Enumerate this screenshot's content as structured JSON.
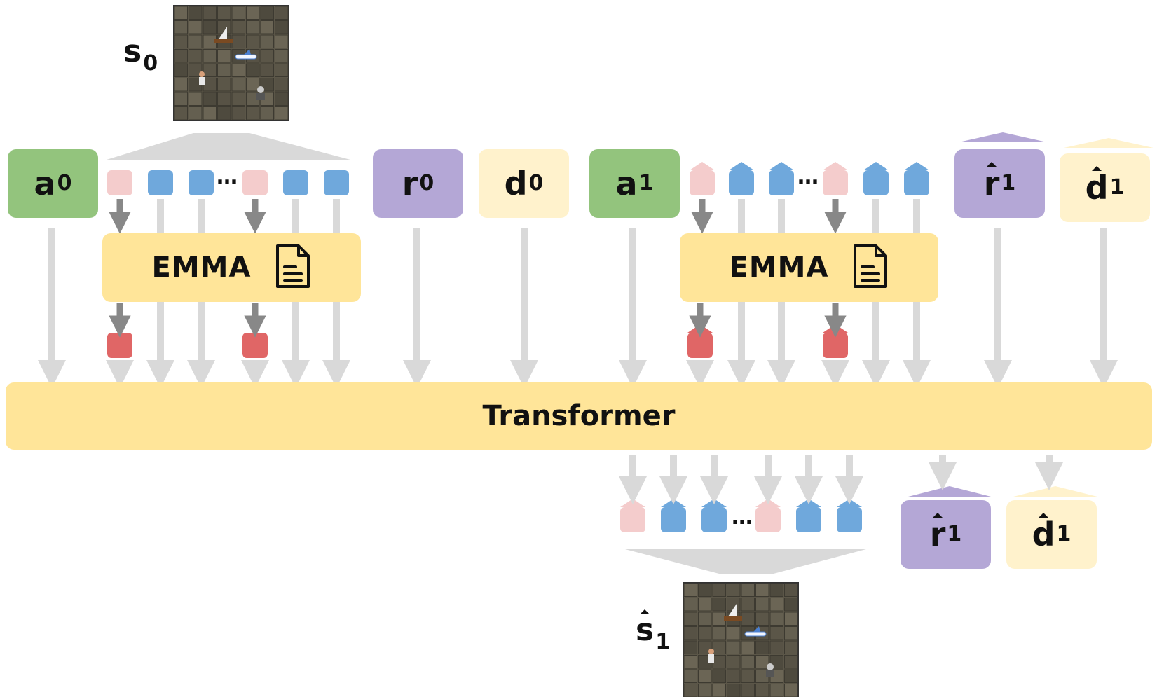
{
  "labels": {
    "s0": "s",
    "s0_sub": "0",
    "s1": "s",
    "s1_sub": "1",
    "a0": "a",
    "a0_sub": "0",
    "r0": "r",
    "r0_sub": "0",
    "d0": "d",
    "d0_sub": "0",
    "a1": "a",
    "a1_sub": "1",
    "r1_in": "r",
    "r1_in_sub": "1",
    "d1_in": "d",
    "d1_in_sub": "1",
    "r1_out": "r",
    "r1_out_sub": "1",
    "d1_out": "d",
    "d1_out_sub": "1",
    "emma_left": "EMMA",
    "emma_right": "EMMA",
    "transformer": "Transformer",
    "dots": "…"
  },
  "icons": {
    "emma_left": "document-icon",
    "emma_right": "document-icon"
  },
  "colors": {
    "action": "#93c47d",
    "reward": "#b4a7d6",
    "done": "#fff2cc",
    "module": "#ffe599",
    "token_pink": "#f4cccc",
    "token_blue": "#6fa8dc",
    "token_red": "#e06666",
    "arrow_light": "#d9d9d9",
    "arrow_dark": "#888888",
    "grid_stone": "#5b5648"
  }
}
